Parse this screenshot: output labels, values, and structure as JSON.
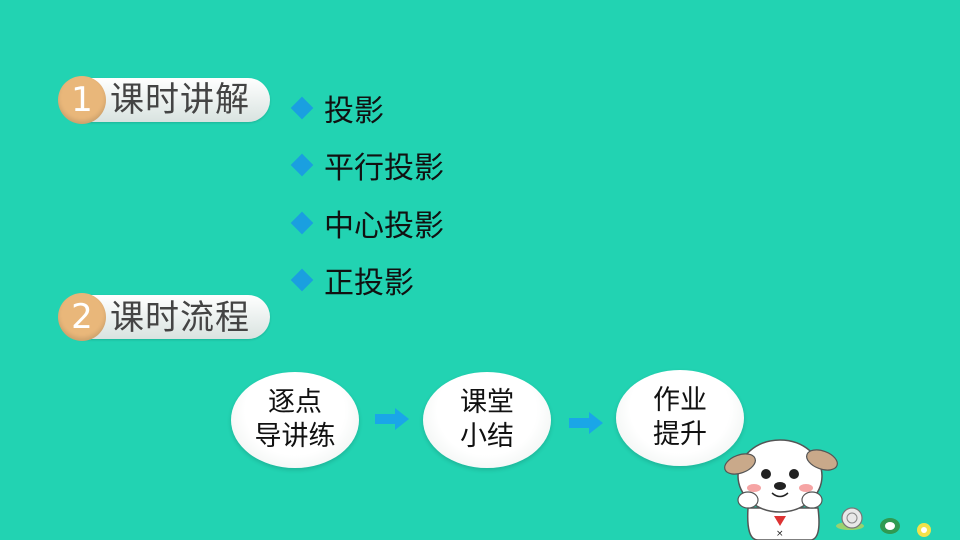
{
  "sections": [
    {
      "number": "1",
      "label": "课时讲解"
    },
    {
      "number": "2",
      "label": "课时流程"
    }
  ],
  "topics": [
    "投影",
    "平行投影",
    "中心投影",
    "正投影"
  ],
  "flow": [
    {
      "line1": "逐点",
      "line2": "导讲练"
    },
    {
      "line1": "课堂",
      "line2": "小结"
    },
    {
      "line1": "作业",
      "line2": "提升"
    }
  ],
  "colors": {
    "background": "#22d3b2",
    "badge": "#e9b77a",
    "bullet": "#1a9fe0",
    "arrow": "#1aa6e8"
  },
  "icons": {
    "bullet": "diamond-icon",
    "arrow": "arrow-right-icon",
    "mascot": "puppy-illustration"
  }
}
